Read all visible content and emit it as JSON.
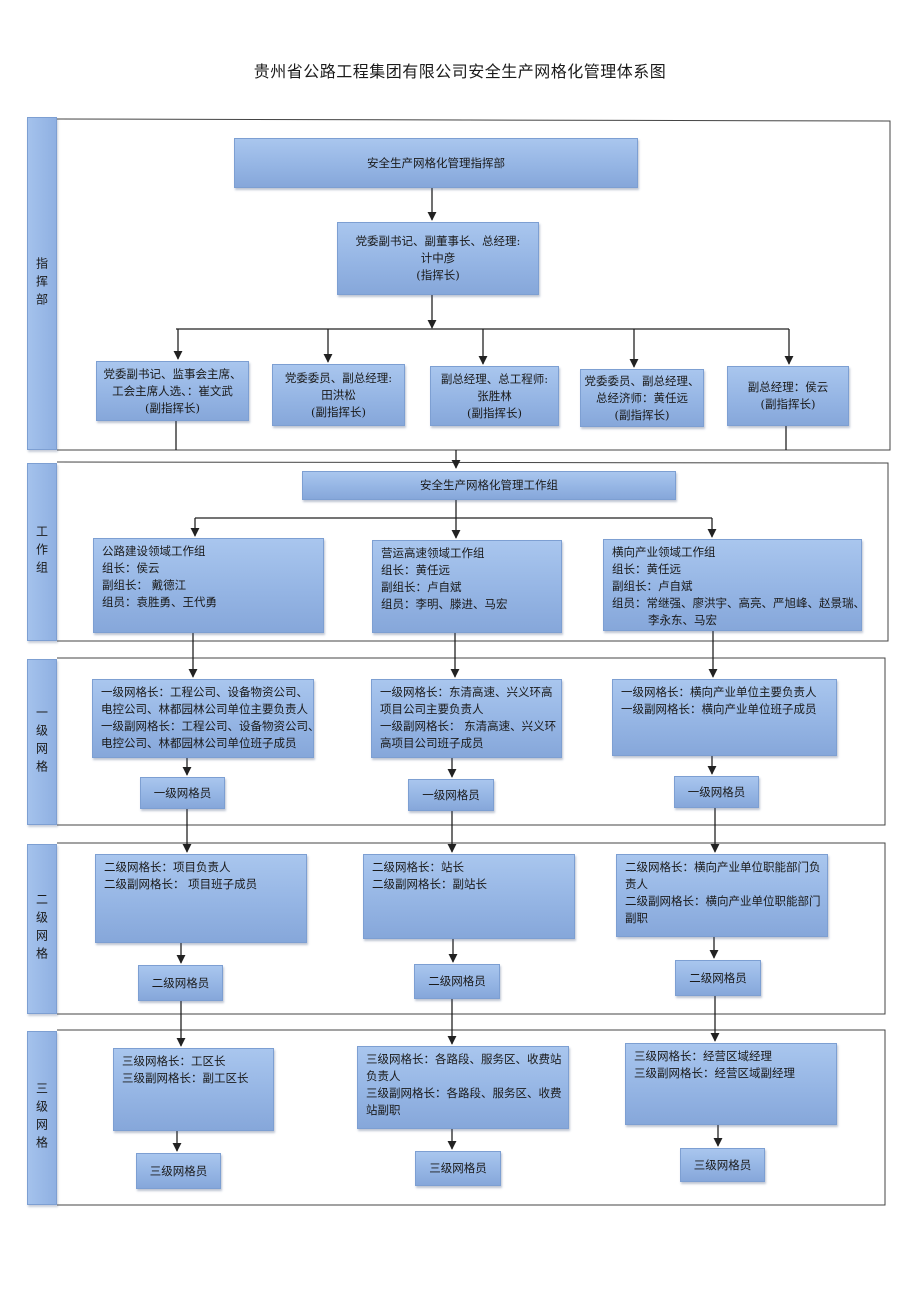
{
  "title": "贵州省公路工程集团有限公司安全生产网格化管理体系图",
  "sections": {
    "command": "指挥部",
    "workgroup": "工作组",
    "grid1": "一级网格",
    "grid2": "二级网格",
    "grid3": "三级网格"
  },
  "command": {
    "hq": "安全生产网格化管理指挥部",
    "chief": [
      "党委副书记、副董事长、总经理:",
      "计中彦",
      "(指挥长)"
    ],
    "deputies": [
      [
        "党委副书记、监事会主席、",
        "工会主席人选、：崔文武",
        "(副指挥长)"
      ],
      [
        "党委委员、副总经理:",
        "田洪松",
        "(副指挥长)"
      ],
      [
        "副总经理、总工程师:",
        "张胜林",
        "(副指挥长)"
      ],
      [
        "党委委员、副总经理、",
        "总经济师：黄任远",
        "(副指挥长)"
      ],
      [
        "副总经理：侯云",
        "(副指挥长)"
      ]
    ]
  },
  "workgroup": {
    "header": "安全生产网格化管理工作组",
    "groups": [
      [
        "公路建设领域工作组",
        "组长：侯云",
        "副组长：  戴德江",
        "组员：袁胜勇、王代勇"
      ],
      [
        "营运高速领域工作组",
        "组长：黄任远",
        "副组长：卢自斌",
        "组员：李明、滕进、马宏"
      ],
      [
        "横向产业领域工作组",
        "组长：黄任远",
        "副组长：卢自斌",
        "组员：常继强、廖洪宇、高亮、严旭峰、赵景瑞、",
        "李永东、马宏"
      ]
    ]
  },
  "grid1": {
    "leaders": [
      [
        "一级网格长：工程公司、设备物资公司、",
        "电控公司、林都园林公司单位主要负责人",
        "一级副网格长：工程公司、设备物资公司、",
        "电控公司、林都园林公司单位班子成员"
      ],
      [
        "一级网格长：东清高速、兴义环高",
        "项目公司主要负责人",
        "一级副网格长：  东清高速、兴义环",
        "高项目公司班子成员"
      ],
      [
        "一级网格长：横向产业单位主要负责人",
        "一级副网格长：横向产业单位班子成员"
      ]
    ],
    "member": "一级网格员"
  },
  "grid2": {
    "leaders": [
      [
        "二级网格长：项目负责人",
        "二级副网格长：  项目班子成员"
      ],
      [
        "二级网格长：站长",
        "二级副网格长：副站长"
      ],
      [
        "二级网格长：横向产业单位职能部门负",
        "责人",
        "二级副网格长：横向产业单位职能部门",
        "副职"
      ]
    ],
    "member": "二级网格员"
  },
  "grid3": {
    "leaders": [
      [
        "三级网格长：工区长",
        "三级副网格长：副工区长"
      ],
      [
        "三级网格长：各路段、服务区、收费站",
        "负责人",
        "三级副网格长：各路段、服务区、收费",
        "站副职"
      ],
      [
        "三级网格长：经营区域经理",
        "三级副网格长：经营区域副经理"
      ]
    ],
    "member": "三级网格员"
  }
}
